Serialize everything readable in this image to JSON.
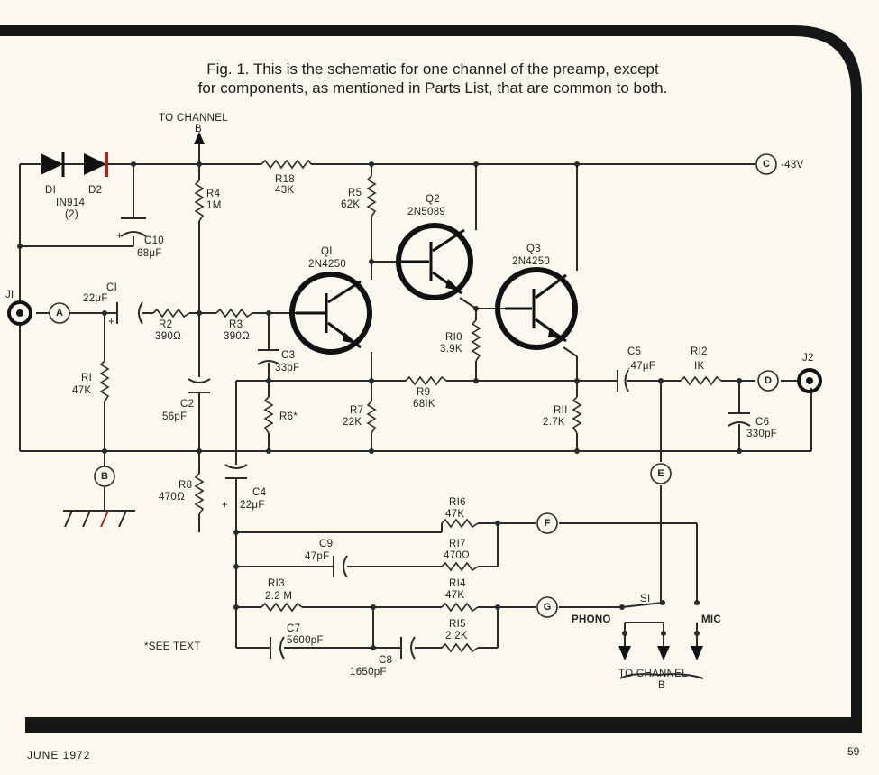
{
  "caption": {
    "line1": "Fig. 1. This is the schematic for one channel of the preamp, except",
    "line2": "for components, as mentioned in Parts List, that are common to both."
  },
  "labels": {
    "to_channel_b_top": "TO CHANNEL",
    "to_channel_b_top_b": "B",
    "d1": "DI",
    "d2": "D2",
    "d_type": "IN914",
    "d_qty": "(2)",
    "c10": "C10",
    "c10_val": "68μF",
    "r4": "R4",
    "r4_val": "1M",
    "r18": "R18",
    "r18_val": "43K",
    "supply": "-43V",
    "r5": "R5",
    "r5_val": "62K",
    "q2": "Q2",
    "q2_type": "2N5089",
    "q1": "QI",
    "q1_type": "2N4250",
    "q3": "Q3",
    "q3_type": "2N4250",
    "j1": "JI",
    "c1": "CI",
    "c1_val": "22μF",
    "r2": "R2",
    "r2_val": "390Ω",
    "r3": "R3",
    "r3_val": "390Ω",
    "c3": "C3",
    "c3_val": "33pF",
    "r10": "RI0",
    "r10_val": "3.9K",
    "c5": "C5",
    "c5_val": ".47μF",
    "r12": "RI2",
    "r12_val": "IK",
    "j2": "J2",
    "r1": "RI",
    "r1_val": "47K",
    "c2": "C2",
    "c2_val": "56pF",
    "r6": "R6*",
    "r7": "R7",
    "r7_val": "22K",
    "r9": "R9",
    "r9_val": "68IK",
    "r11": "RII",
    "r11_val": "2.7K",
    "c6": "C6",
    "c6_val": "330pF",
    "r8": "R8",
    "r8_val": "470Ω",
    "c4": "C4",
    "c4_val": "22μF",
    "r16": "RI6",
    "r16_val": "47K",
    "c9": "C9",
    "c9_val": "47pF",
    "r17": "RI7",
    "r17_val": "470Ω",
    "r13": "RI3",
    "r13_val": "2.2 M",
    "r14": "RI4",
    "r14_val": "47K",
    "s1": "SI",
    "phono": "PHONO",
    "mic": "MIC",
    "c7": "C7",
    "c7_val": "5600pF",
    "c8": "C8",
    "c8_val": "1650pF",
    "r15": "RI5",
    "r15_val": "2.2K",
    "see_text": "*SEE TEXT",
    "to_channel_b_bottom": "TO CHANNEL",
    "to_channel_b_bottom_b": "B"
  },
  "terminals": {
    "a": "A",
    "b": "B",
    "c": "C",
    "d": "D",
    "e": "E",
    "f": "F",
    "g": "G"
  },
  "footer": {
    "left": "JUNE 1972",
    "right": "59"
  },
  "colors": {
    "paper": "#fbf8ee",
    "frame": "#161616",
    "ink": "#2b2b2b"
  }
}
